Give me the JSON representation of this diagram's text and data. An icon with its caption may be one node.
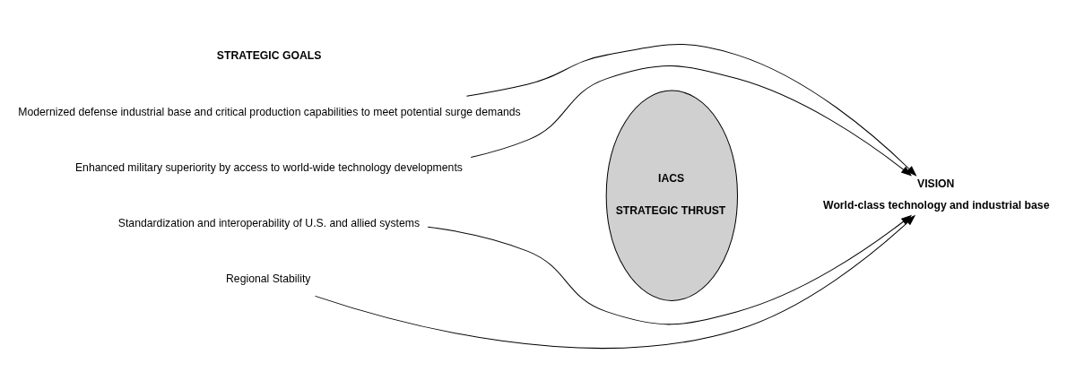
{
  "diagram": {
    "nodes": [
      {
        "text": [
          "Modernized defense industrial base and critical production capabilities to meet potential surge demands"
        ]
      },
      {
        "text": [
          "Enhanced military superiority by access to world-wide technology developments"
        ]
      },
      {
        "text": [
          "Standardization and interoperability of U.S. and allied systems"
        ]
      },
      {
        "text": [
          "Regional Stability"
        ]
      },
      {
        "text": [
          "IACS",
          "STRATEGIC THRUST"
        ]
      },
      {
        "text": [
          "VISION",
          "World-class technology and industrial base"
        ]
      }
    ],
    "edges": [
      {
        "from": 0,
        "to": 5,
        "arrow": "to"
      },
      {
        "from": 1,
        "to": 5,
        "arrow": "to"
      },
      {
        "from": 2,
        "to": 5,
        "arrow": "to"
      },
      {
        "from": 3,
        "to": 5,
        "arrow": "to"
      }
    ],
    "labels": [
      "STRATEGIC GOALS"
    ]
  }
}
